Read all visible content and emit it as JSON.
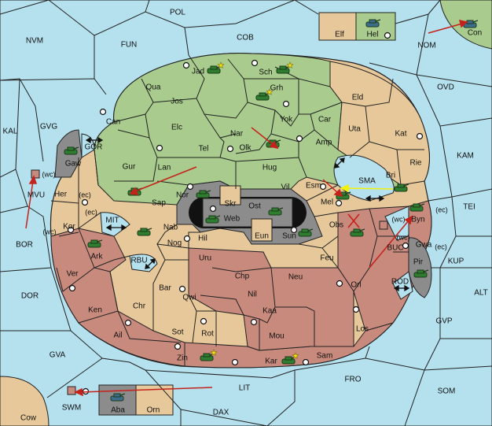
{
  "colors": {
    "sea": "#b5e0ee",
    "neutral": "#e7c89a",
    "green": "#a9cc8e",
    "red": "#c98a7e",
    "grey": "#8c8c8c",
    "dark_grey": "#6e6e6e",
    "border": "#222222",
    "army_dark": "#2f7d2f",
    "arrow_red": "#c4221a",
    "arrow_yellow": "#f1f10a"
  },
  "labels": [
    {
      "key": "POL",
      "text": "POL"
    },
    {
      "key": "NVM",
      "text": "NVM"
    },
    {
      "key": "FUN",
      "text": "FUN"
    },
    {
      "key": "COB",
      "text": "COB"
    },
    {
      "key": "NOM",
      "text": "NOM"
    },
    {
      "key": "Con",
      "text": "Con"
    },
    {
      "key": "Elf",
      "text": "Elf"
    },
    {
      "key": "Hel",
      "text": "Hel"
    },
    {
      "key": "OVD",
      "text": "OVD"
    },
    {
      "key": "KAL",
      "text": "KAL"
    },
    {
      "key": "GVG",
      "text": "GVG"
    },
    {
      "key": "KAM",
      "text": "KAM"
    },
    {
      "key": "TEI",
      "text": "TEI"
    },
    {
      "key": "BOR",
      "text": "BOR"
    },
    {
      "key": "KUP",
      "text": "KUP"
    },
    {
      "key": "ALT",
      "text": "ALT"
    },
    {
      "key": "DOR",
      "text": "DOR"
    },
    {
      "key": "GVP",
      "text": "GVP"
    },
    {
      "key": "GVA",
      "text": "GVA"
    },
    {
      "key": "FRO",
      "text": "FRO"
    },
    {
      "key": "SOM",
      "text": "SOM"
    },
    {
      "key": "LIT",
      "text": "LIT"
    },
    {
      "key": "DAX",
      "text": "DAX"
    },
    {
      "key": "SWM",
      "text": "SWM"
    },
    {
      "key": "Cow",
      "text": "Cow"
    },
    {
      "key": "Aba",
      "text": "Aba"
    },
    {
      "key": "Orn",
      "text": "Orn"
    },
    {
      "key": "MVU",
      "text": "MVU"
    },
    {
      "key": "Jad",
      "text": "Jad"
    },
    {
      "key": "Sch",
      "text": "Sch"
    },
    {
      "key": "Qua",
      "text": "Qua"
    },
    {
      "key": "Jos",
      "text": "Jos"
    },
    {
      "key": "Grh",
      "text": "Grh"
    },
    {
      "key": "Eld",
      "text": "Eld"
    },
    {
      "key": "Can",
      "text": "Can"
    },
    {
      "key": "Yok",
      "text": "Yok"
    },
    {
      "key": "Car",
      "text": "Car"
    },
    {
      "key": "Uta",
      "text": "Uta"
    },
    {
      "key": "Kat",
      "text": "Kat"
    },
    {
      "key": "Elc",
      "text": "Elc"
    },
    {
      "key": "Nar",
      "text": "Nar"
    },
    {
      "key": "Olk",
      "text": "Olk"
    },
    {
      "key": "Amp",
      "text": "Amp"
    },
    {
      "key": "Tel",
      "text": "Tel"
    },
    {
      "key": "Gaw",
      "text": "Gaw"
    },
    {
      "key": "GOR",
      "text": "GOR"
    },
    {
      "key": "Gur",
      "text": "Gur"
    },
    {
      "key": "Lan",
      "text": "Lan"
    },
    {
      "key": "Hug",
      "text": "Hug"
    },
    {
      "key": "Bri",
      "text": "Bri"
    },
    {
      "key": "Rie",
      "text": "Rie"
    },
    {
      "key": "Vil",
      "text": "Vil"
    },
    {
      "key": "Esm",
      "text": "Esm"
    },
    {
      "key": "SMA",
      "text": "SMA"
    },
    {
      "key": "Her",
      "text": "Her"
    },
    {
      "key": "Nor",
      "text": "Nor"
    },
    {
      "key": "Skr",
      "text": "Skr"
    },
    {
      "key": "Ost",
      "text": "Ost"
    },
    {
      "key": "Sap",
      "text": "Sap"
    },
    {
      "key": "Web",
      "text": "Web"
    },
    {
      "key": "Mel",
      "text": "Mel"
    },
    {
      "key": "Byn",
      "text": "Byn"
    },
    {
      "key": "Kor",
      "text": "Kor"
    },
    {
      "key": "MIT",
      "text": "MIT"
    },
    {
      "key": "Nab",
      "text": "Nab"
    },
    {
      "key": "Eun",
      "text": "Eun"
    },
    {
      "key": "Sun",
      "text": "Sun"
    },
    {
      "key": "Obs",
      "text": "Obs"
    },
    {
      "key": "Gwa",
      "text": "Gwa"
    },
    {
      "key": "Hil",
      "text": "Hil"
    },
    {
      "key": "Nog",
      "text": "Nog"
    },
    {
      "key": "Ark",
      "text": "Ark"
    },
    {
      "key": "BUC",
      "text": "BUC"
    },
    {
      "key": "RBU",
      "text": "RBU"
    },
    {
      "key": "Uru",
      "text": "Uru"
    },
    {
      "key": "Feu",
      "text": "Feu"
    },
    {
      "key": "Pir",
      "text": "Pir"
    },
    {
      "key": "Ver",
      "text": "Ver"
    },
    {
      "key": "Chp",
      "text": "Chp"
    },
    {
      "key": "Neu",
      "text": "Neu"
    },
    {
      "key": "Orl",
      "text": "Orl"
    },
    {
      "key": "Bar",
      "text": "Bar"
    },
    {
      "key": "Qwi",
      "text": "Qwi"
    },
    {
      "key": "Nil",
      "text": "Nil"
    },
    {
      "key": "ROD",
      "text": "ROD"
    },
    {
      "key": "Ken",
      "text": "Ken"
    },
    {
      "key": "Chr",
      "text": "Chr"
    },
    {
      "key": "Kaa",
      "text": "Kaa"
    },
    {
      "key": "Ail",
      "text": "Ail"
    },
    {
      "key": "Sot",
      "text": "Sot"
    },
    {
      "key": "Rot",
      "text": "Rot"
    },
    {
      "key": "Mou",
      "text": "Mou"
    },
    {
      "key": "Los",
      "text": "Los"
    },
    {
      "key": "Zin",
      "text": "Zin"
    },
    {
      "key": "Kar",
      "text": "Kar"
    },
    {
      "key": "Sam",
      "text": "Sam"
    }
  ],
  "coast_notes": [
    {
      "key": "wc_mvu",
      "text": "(wc)"
    },
    {
      "key": "ec_her",
      "text": "(ec)"
    },
    {
      "key": "ec_kor",
      "text": "(ec)"
    },
    {
      "key": "wc_kor",
      "text": "(wc)"
    },
    {
      "key": "wc_byn",
      "text": "(wc)"
    },
    {
      "key": "ec_byn",
      "text": "(ec)"
    },
    {
      "key": "wc_gwa",
      "text": "(wc)"
    },
    {
      "key": "ec_gwa",
      "text": "(ec)"
    }
  ]
}
